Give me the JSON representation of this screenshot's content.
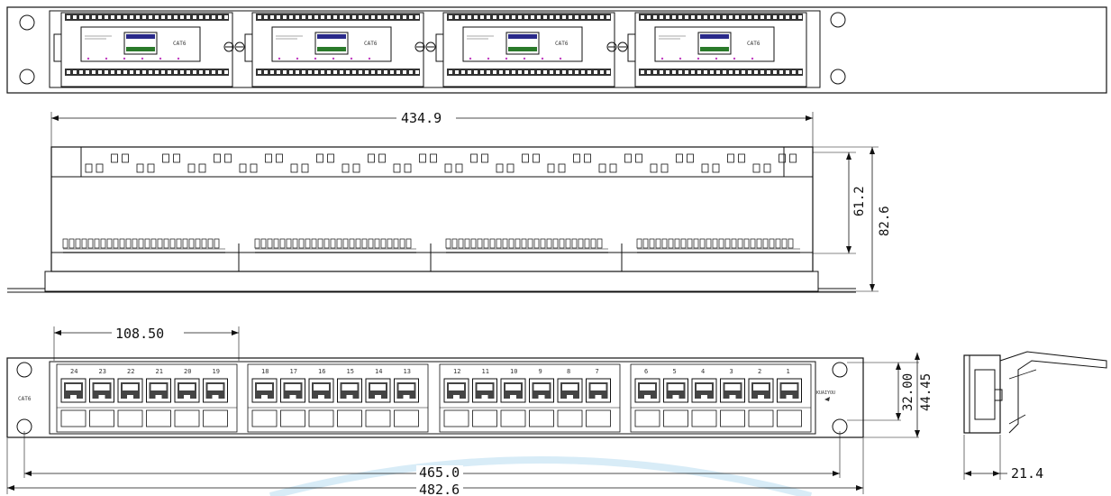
{
  "drawing": {
    "background": "#ffffff",
    "line_color": "#111111",
    "watermark_color": "#d8ecf7"
  },
  "top_view": {
    "module_count": 4,
    "module_label": "CAT6"
  },
  "front_view": {
    "side_label": "CAT6",
    "brand_label": "KUAIYOU",
    "port_number_labels": [
      "24",
      "23",
      "22",
      "21",
      "20",
      "19",
      "18",
      "17",
      "16",
      "15",
      "14",
      "13",
      "12",
      "11",
      "10",
      "9",
      "8",
      "7",
      "6",
      "5",
      "4",
      "3",
      "2",
      "1"
    ]
  },
  "dimensions": {
    "top_width": "434.9",
    "depth_inner": "61.2",
    "depth_outer": "82.6",
    "module_width": "108.50",
    "hole_spacing": "32.00",
    "panel_height": "44.45",
    "mount_width": "465.0",
    "overall_width": "482.6",
    "side_depth": "21.4"
  }
}
